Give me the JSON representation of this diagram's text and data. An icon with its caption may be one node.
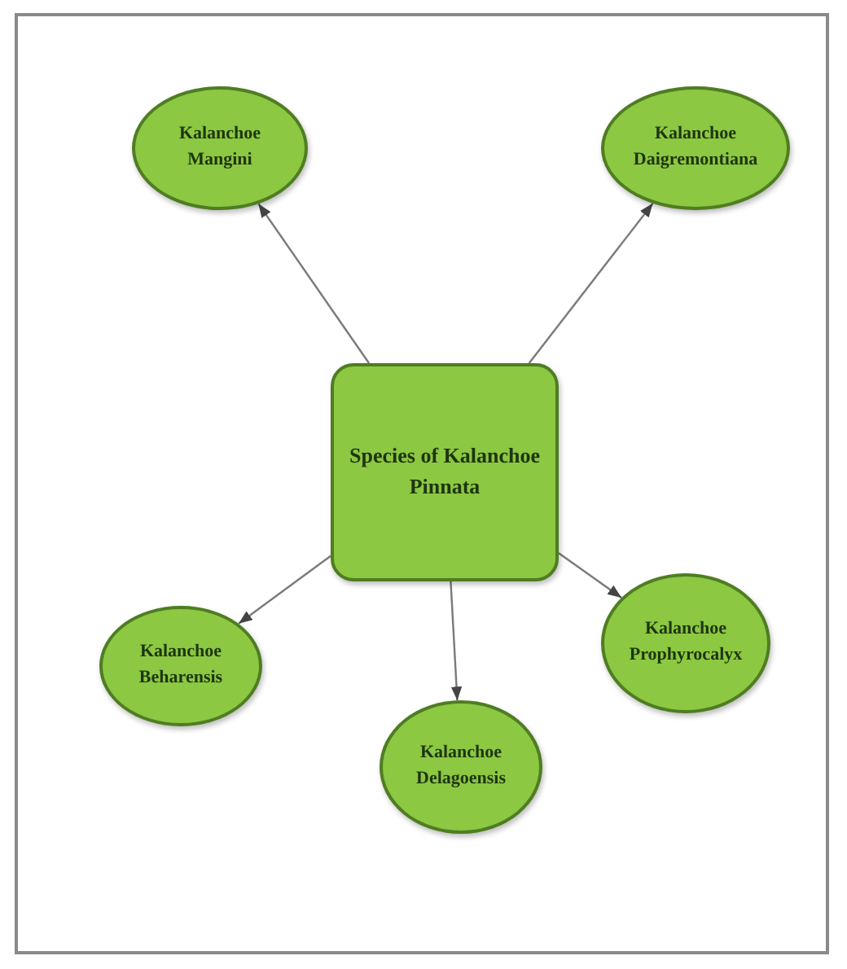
{
  "diagram": {
    "nodes": [
      {
        "text": [
          "Species of Kalanchoe Pinnata"
        ]
      },
      {
        "text": [
          "Kalanchoe Mangini"
        ]
      },
      {
        "text": [
          "Kalanchoe Daigremontiana"
        ]
      },
      {
        "text": [
          "Kalanchoe Beharensis"
        ]
      },
      {
        "text": [
          "Kalanchoe Prophyrocalyx"
        ]
      },
      {
        "text": [
          "Kalanchoe Delagoensis"
        ]
      }
    ],
    "edges": [
      {
        "from": 0,
        "to": 1,
        "arrow": "to"
      },
      {
        "from": 0,
        "to": 2,
        "arrow": "to"
      },
      {
        "from": 0,
        "to": 3,
        "arrow": "to"
      },
      {
        "from": 0,
        "to": 5,
        "arrow": "to"
      },
      {
        "from": 0,
        "to": 4,
        "arrow": "to"
      }
    ]
  }
}
